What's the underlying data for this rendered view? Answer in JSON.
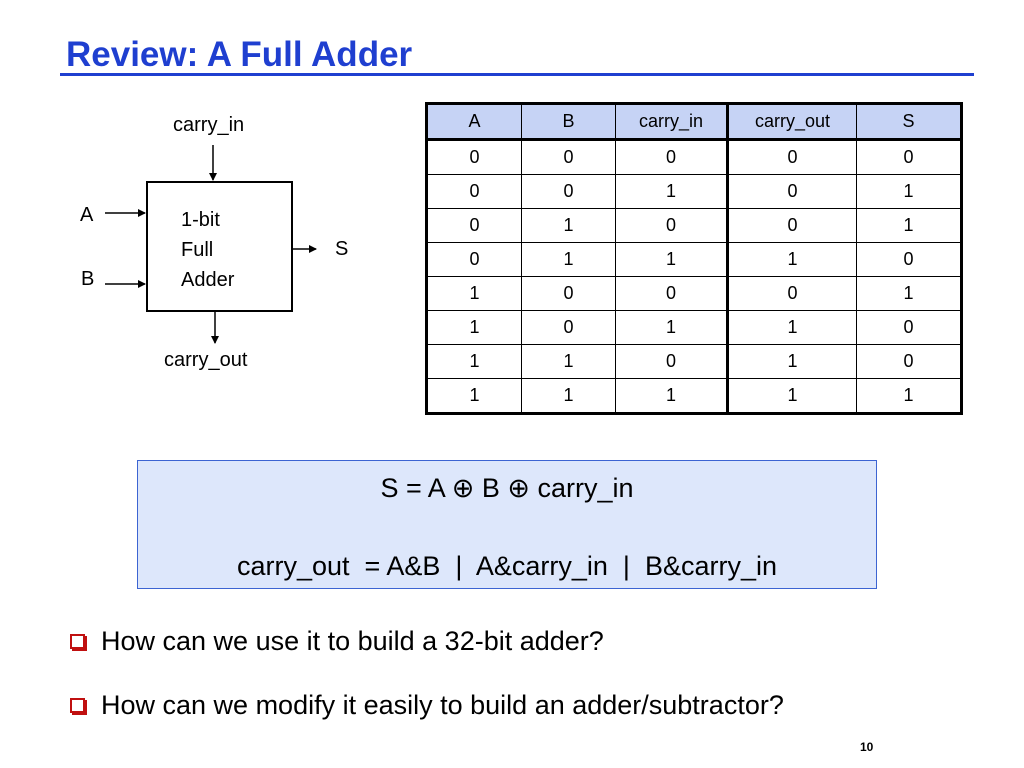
{
  "slide": {
    "title": "Review:  A Full Adder",
    "page_number": "10"
  },
  "diagram": {
    "input_carry": "carry_in",
    "input_a": "A",
    "input_b": "B",
    "output_s": "S",
    "output_carry": "carry_out",
    "block_lines": [
      "1-bit",
      "Full",
      "Adder"
    ]
  },
  "truth_table": {
    "headers": [
      "A",
      "B",
      "carry_in",
      "carry_out",
      "S"
    ],
    "rows": [
      [
        "0",
        "0",
        "0",
        "0",
        "0"
      ],
      [
        "0",
        "0",
        "1",
        "0",
        "1"
      ],
      [
        "0",
        "1",
        "0",
        "0",
        "1"
      ],
      [
        "0",
        "1",
        "1",
        "1",
        "0"
      ],
      [
        "1",
        "0",
        "0",
        "0",
        "1"
      ],
      [
        "1",
        "0",
        "1",
        "1",
        "0"
      ],
      [
        "1",
        "1",
        "0",
        "1",
        "0"
      ],
      [
        "1",
        "1",
        "1",
        "1",
        "1"
      ]
    ]
  },
  "formulas": {
    "sum": "S = A ⊕ B ⊕ carry_in",
    "carry": "carry_out  = A&B  |  A&carry_in  |  B&carry_in"
  },
  "bullets": [
    "How can we use it to build a 32-bit adder?",
    "How can we modify it easily to build an adder/subtractor?"
  ]
}
